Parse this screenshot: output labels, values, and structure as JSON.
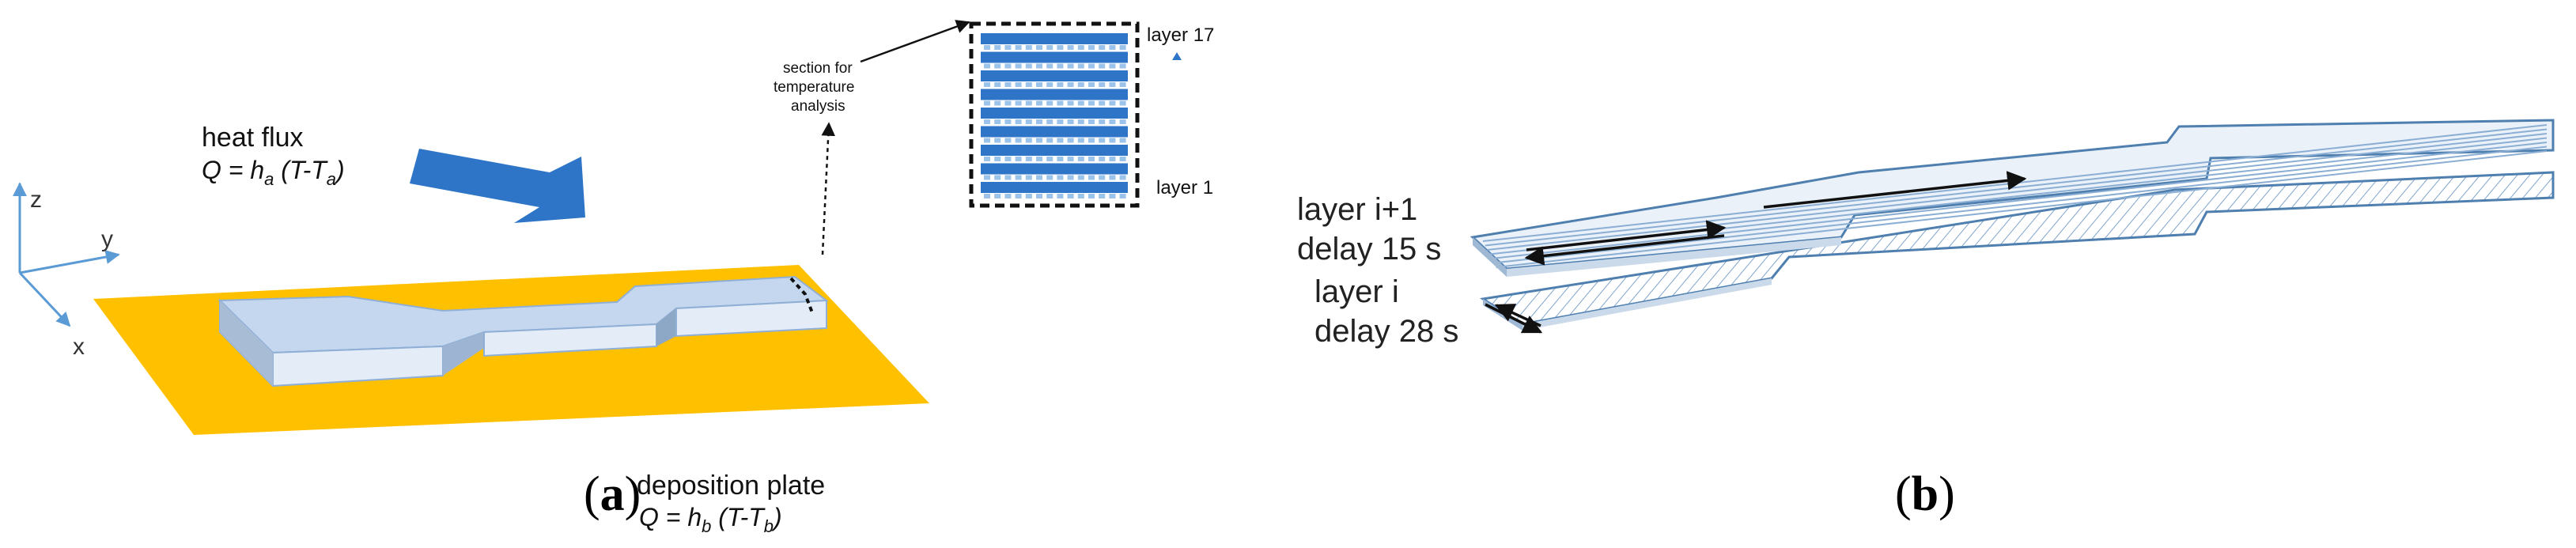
{
  "panel_a": {
    "axes": {
      "z": "z",
      "y": "y",
      "x": "x"
    },
    "heat_flux": {
      "title": "heat flux",
      "formula_q": "Q = ",
      "h": "h",
      "h_sub": "a",
      "t_open": " (T-T",
      "t_sub": "a",
      "t_close": ")"
    },
    "section_label": {
      "line1": "section for",
      "line2": "temperature",
      "line3": "analysis"
    },
    "layer_top": "layer 17",
    "layer_bottom": "layer 1",
    "plate": {
      "title": "deposition plate",
      "formula_q": "Q = ",
      "h": "h",
      "h_sub": "b",
      "t_open": " (T-T",
      "t_sub": "b",
      "t_close": ")"
    },
    "caption_open": "(",
    "caption_letter": "a",
    "caption_close": ")",
    "colors": {
      "plate": "#FFC000",
      "specimen": "#C5D7EE",
      "arrow": "#2E75C8",
      "axis": "#5B9BD5"
    }
  },
  "panel_b": {
    "upper_layer": {
      "line1": "layer i+1",
      "line2": "delay 15 s"
    },
    "lower_layer": {
      "line1": "layer i",
      "line2": "delay 28 s"
    },
    "caption_open": "(",
    "caption_letter": "b",
    "caption_close": ")",
    "colors": {
      "layer_fill": "#EAF1F9",
      "hatch": "#7FA4CC",
      "edge": "#4F7FAF"
    }
  }
}
